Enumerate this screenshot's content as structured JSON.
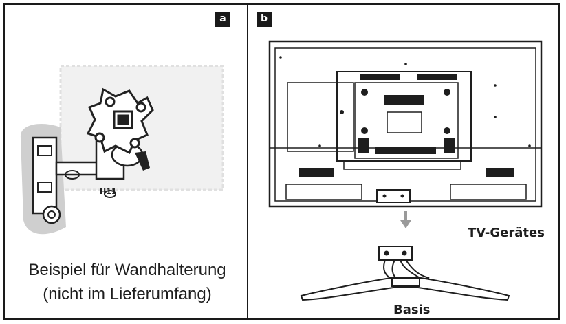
{
  "panel_a": {
    "badge": "a",
    "mount_label": "H11",
    "caption_line1": "Beispiel für Wandhalterung",
    "caption_line2": "(nicht im Lieferumfang)"
  },
  "panel_b": {
    "badge": "b",
    "tv_label": "TV-Gerätes",
    "base_label": "Basis"
  }
}
